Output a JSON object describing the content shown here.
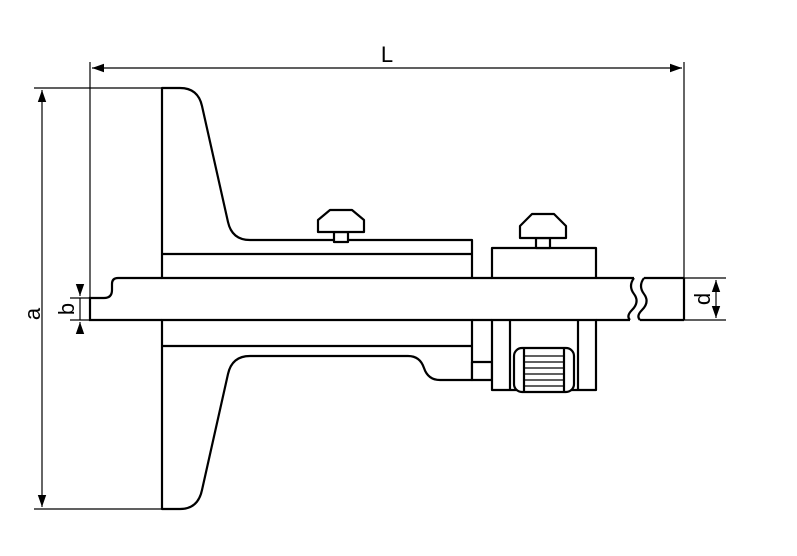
{
  "diagram": {
    "labels": {
      "length": "L",
      "height": "a",
      "rod_offset": "b",
      "rod_diameter": "d"
    },
    "colors": {
      "stroke": "#000000",
      "background": "#ffffff"
    }
  }
}
